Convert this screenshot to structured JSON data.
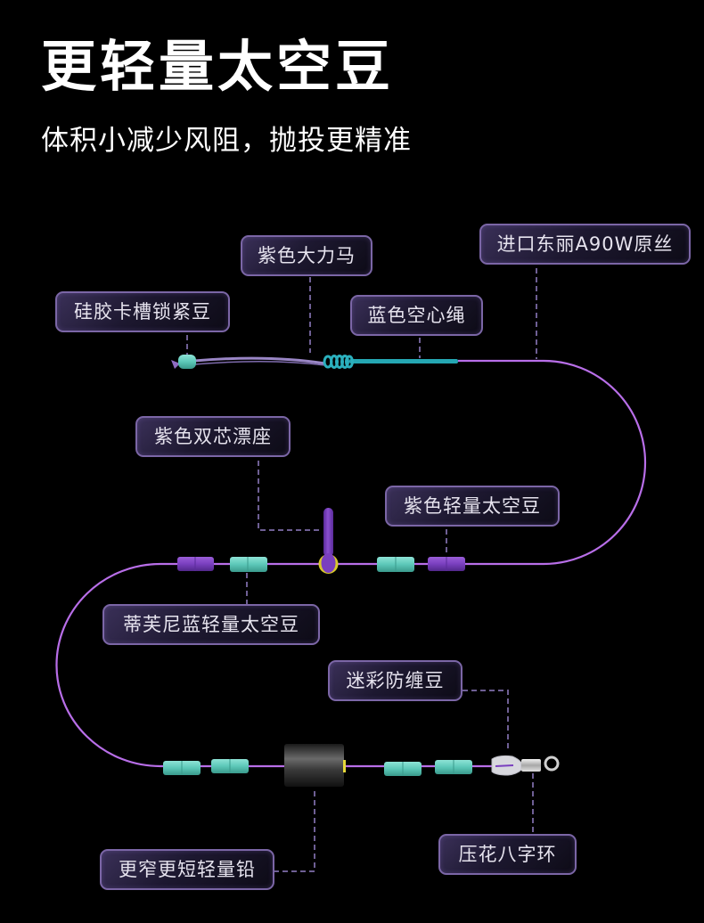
{
  "header": {
    "title": "更轻量太空豆",
    "subtitle": "体积小减少风阻，抛投更精准"
  },
  "callouts": {
    "purple_knot": "紫色大力马",
    "imported_line": "进口东丽A90W原丝",
    "silicone_stopper": "硅胶卡槽锁紧豆",
    "blue_hollow_rope": "蓝色空心绳",
    "double_core_float_seat": "紫色双芯漂座",
    "purple_space_bean": "紫色轻量太空豆",
    "tiffany_space_bean": "蒂芙尼蓝轻量太空豆",
    "camo_anti_tangle_bean": "迷彩防缠豆",
    "narrow_short_sinker": "更窄更短轻量铅",
    "embossed_swivel": "压花八字环"
  },
  "colors": {
    "background": "#000000",
    "line": "#b86ee8",
    "purple_bean": "#7a3fbf",
    "teal_bean": "#5cc8b8",
    "label_border": "#7b66a6",
    "connector": "#6e5f94"
  }
}
